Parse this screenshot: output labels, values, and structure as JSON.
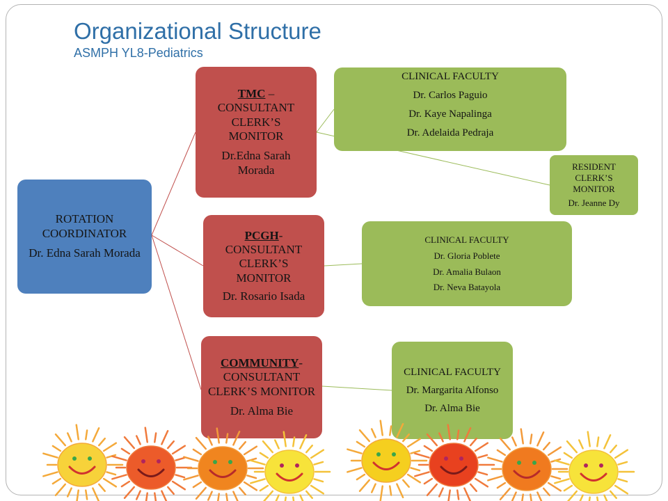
{
  "header": {
    "title": "Organizational Structure",
    "subtitle": "ASMPH YL8-Pediatrics"
  },
  "coordinator": {
    "role": "ROTATION COORDINATOR",
    "name": "Dr. Edna Sarah Morada"
  },
  "tmc": {
    "site": "TMC",
    "sep": " –",
    "role": "CONSULTANT CLERK’S MONITOR",
    "name": "Dr.Edna Sarah Morada",
    "faculty": {
      "heading": "CLINICAL FACULTY",
      "members": [
        "Dr. Carlos Paguio",
        "Dr. Kaye Napalinga",
        "Dr. Adelaida Pedraja"
      ]
    },
    "resident": {
      "role": "RESIDENT CLERK’S MONITOR",
      "name": "Dr. Jeanne Dy"
    }
  },
  "pcgh": {
    "site": "PCGH",
    "sep": "-",
    "role": "CONSULTANT CLERK’S MONITOR",
    "name": "Dr. Rosario Isada",
    "faculty": {
      "heading": "CLINICAL FACULTY",
      "members": [
        "Dr. Gloria Poblete",
        "Dr. Amalia Bulaon",
        "Dr. Neva Batayola"
      ]
    }
  },
  "community": {
    "site": "COMMUNITY",
    "sep": "-",
    "role": "CONSULTANT CLERK’S MONITOR",
    "name": "Dr. Alma Bie",
    "faculty": {
      "heading": "CLINICAL FACULTY",
      "members": [
        "Dr. Margarita Alfonso",
        "Dr. Alma Bie"
      ]
    }
  },
  "colors": {
    "coordinator": "#4e80bd",
    "monitor": "#c0504d",
    "faculty": "#9bbb59",
    "connector": "#c0504d",
    "faculty_connector": "#9bbb59",
    "title": "#2f6fa7"
  },
  "decoration": {
    "suns": [
      {
        "face": "#f7d23a",
        "rays": "#f4a93a",
        "eyes": "#3aa64a",
        "mouth": "#d0332f"
      },
      {
        "face": "#ec5b2a",
        "rays": "#f07a3c",
        "eyes": "#b0245e",
        "mouth": "#7a1a1a"
      },
      {
        "face": "#f0851f",
        "rays": "#f39a3a",
        "eyes": "#3aa64a",
        "mouth": "#b72a2a"
      },
      {
        "face": "#f7e33a",
        "rays": "#f4c23a",
        "eyes": "#b0245e",
        "mouth": "#d0332f"
      },
      {
        "face": "#f5cf1f",
        "rays": "#f4a93a",
        "eyes": "#3aa64a",
        "mouth": "#d0332f"
      },
      {
        "face": "#e8411f",
        "rays": "#f07a3c",
        "eyes": "#b0245e",
        "mouth": "#7a1a1a"
      },
      {
        "face": "#f07a1f",
        "rays": "#f39a3a",
        "eyes": "#3aa64a",
        "mouth": "#b72a2a"
      },
      {
        "face": "#f7e33a",
        "rays": "#f4c23a",
        "eyes": "#b0245e",
        "mouth": "#d0332f"
      }
    ]
  }
}
